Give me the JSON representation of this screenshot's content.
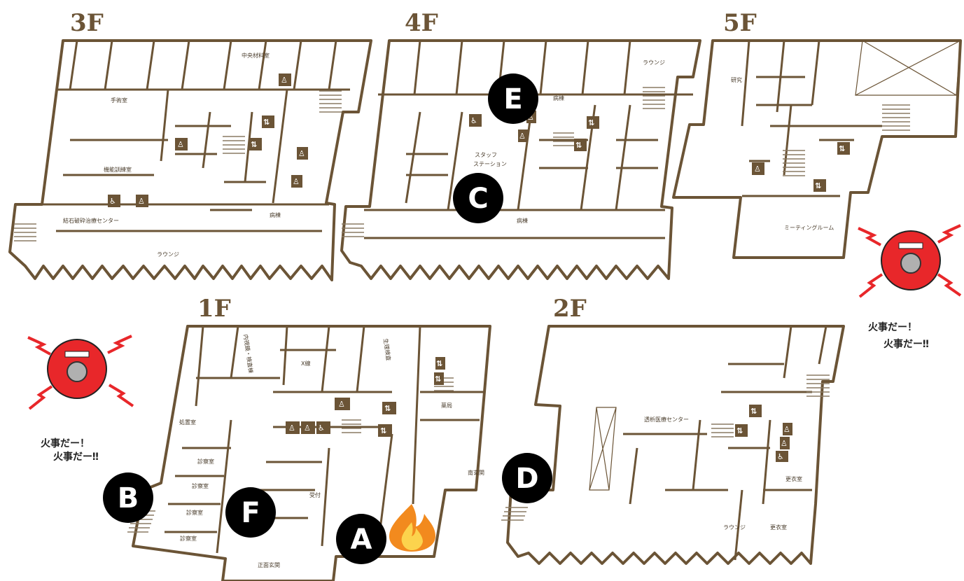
{
  "floors": {
    "f3": {
      "title": "3F",
      "rooms": {
        "central": "中央材料室",
        "surgery": "手術室",
        "rehab": "機能訓練室",
        "stone": "結石破砕治療センター",
        "ward": "病棟",
        "lounge": "ラウンジ"
      }
    },
    "f4": {
      "title": "4F",
      "rooms": {
        "lounge": "ラウンジ",
        "ward_top": "病棟",
        "staff1": "スタッフ",
        "staff2": "ステーション",
        "ward_bottom": "病棟"
      }
    },
    "f5": {
      "title": "5F",
      "rooms": {
        "research": "研究",
        "meeting": "ミーティングルーム"
      }
    },
    "f1": {
      "title": "1F",
      "rooms": {
        "endoscopy": "内視鏡・検査棟",
        "xray": "X線",
        "physio": "生理検査",
        "pharmacy": "薬局",
        "treatment": "処置室",
        "exam1": "診察室",
        "exam2": "診察室",
        "exam3": "診察室",
        "exam4": "診察室",
        "reception": "受付",
        "south_entrance": "南玄関",
        "main_entrance": "正面玄関"
      }
    },
    "f2": {
      "title": "2F",
      "rooms": {
        "dialysis": "透析医療センター",
        "locker1": "更衣室",
        "locker2": "更衣室",
        "lounge": "ラウンジ"
      }
    }
  },
  "markers": {
    "A": "A",
    "B": "B",
    "C": "C",
    "D": "D",
    "E": "E",
    "F": "F"
  },
  "alarms": {
    "left": {
      "caption_line1": "火事だー！",
      "caption_line2": "火事だー‼"
    },
    "right": {
      "caption_line1": "火事だー！",
      "caption_line2": "火事だー‼"
    }
  },
  "icons": {
    "fire": "fire-icon",
    "alarm": "fire-alarm-icon",
    "elevator": "elevator-icon",
    "toilet": "toilet-icon",
    "wheelchair": "wheelchair-icon"
  },
  "colors": {
    "wall": "#6b5436",
    "alarm_red": "#e8272a",
    "marker": "#000000",
    "fire_orange": "#f28a1e"
  }
}
